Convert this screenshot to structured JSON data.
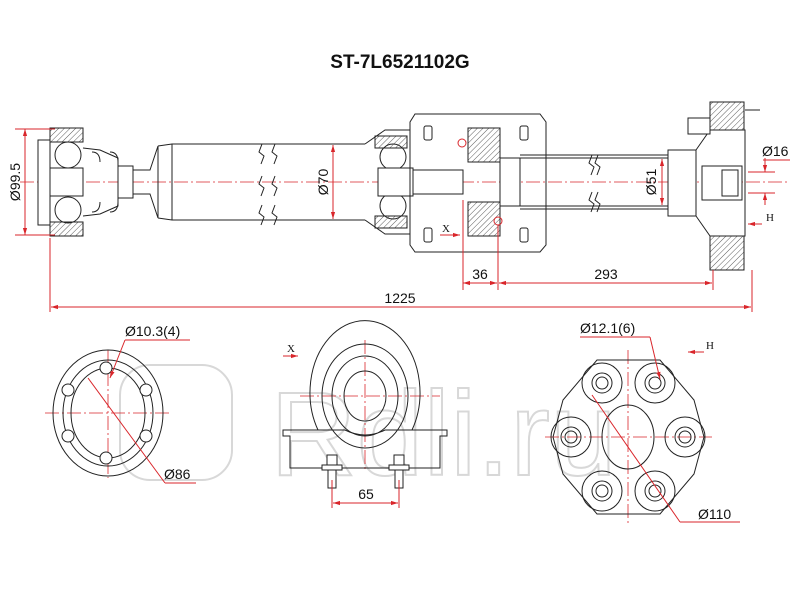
{
  "title": "ST-7L6521102G",
  "watermark": "Rdli.ru",
  "colors": {
    "dimension": "#d9262b",
    "outline": "#222222",
    "watermark": "#d8d8d8"
  },
  "side_view": {
    "dims": {
      "flange_diameter": "Ø99.5",
      "tube_diameter": "Ø70",
      "rear_tube_diameter": "Ø51",
      "pin_diameter": "Ø16",
      "offset_36": "36",
      "length_293": "293",
      "overall_length": "1225"
    },
    "section_marks": {
      "x": "X",
      "h": "H"
    }
  },
  "flange_view": {
    "hole_diameter": "Ø10.3(4)",
    "pcd": "Ø86"
  },
  "bearing_view": {
    "section_mark": "X",
    "bolt_spacing": "65"
  },
  "coupling_view": {
    "section_mark": "H",
    "hole_diameter": "Ø12.1(6)",
    "pcd": "Ø110"
  }
}
